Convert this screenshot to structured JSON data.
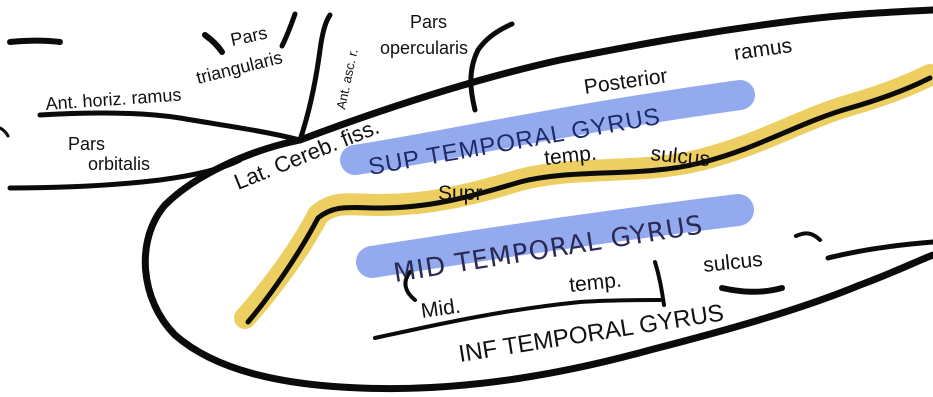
{
  "labels": {
    "pars_triangularis_1": "Pars",
    "pars_triangularis_2": "triangularis",
    "ant_asc_ramus": "Ant. asc. r.",
    "pars_opercularis_1": "Pars",
    "pars_opercularis_2": "opercularis",
    "posterior": "Posterior",
    "ramus": "ramus",
    "ant_horiz_ramus": "Ant. horiz. ramus",
    "pars_orbitalis_1": "Pars",
    "pars_orbitalis_2": "orbitalis",
    "lat_cereb_fiss": "Lat. Cereb. fiss.",
    "sup_temporal_gyrus": "SUP TEMPORAL GYRUS",
    "temp_upper": "temp.",
    "sulcus_upper": "sulcus",
    "supr": "Supr",
    "mid_temporal_gyrus": "MID TEMPORAL GYRUS",
    "sulcus_lower": "sulcus",
    "temp_lower": "temp.",
    "mid": "Mid.",
    "inf_temporal_gyrus": "INF TEMPORAL GYRUS"
  },
  "colors": {
    "outline": "#0b0b0b",
    "highlight_blue": "#6f8fe8",
    "highlight_yellow": "#e9c23a",
    "background": "#ffffff"
  }
}
